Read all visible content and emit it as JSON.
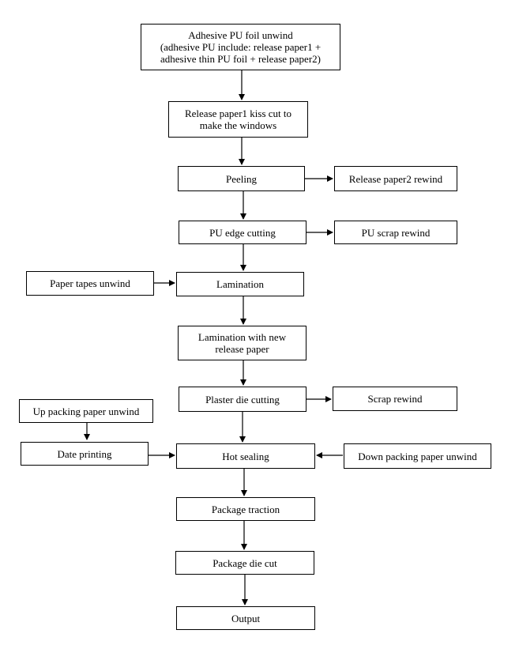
{
  "diagram": {
    "nodes": {
      "adhesive_unwind": {
        "line1": "Adhesive PU foil unwind",
        "line2": "(adhesive PU include: release paper1 +",
        "line3": "adhesive thin PU foil + release paper2)"
      },
      "kiss_cut": {
        "line1": "Release paper1 kiss cut to",
        "line2": "make the windows"
      },
      "peeling": {
        "label": "Peeling"
      },
      "release_paper2_rewind": {
        "label": "Release paper2 rewind"
      },
      "pu_edge_cutting": {
        "label": "PU edge cutting"
      },
      "pu_scrap_rewind": {
        "label": "PU scrap rewind"
      },
      "paper_tapes_unwind": {
        "label": "Paper tapes unwind"
      },
      "lamination": {
        "label": "Lamination"
      },
      "lamination_new_release": {
        "line1": "Lamination with new",
        "line2": "release paper"
      },
      "plaster_die_cutting": {
        "label": "Plaster die cutting"
      },
      "scrap_rewind": {
        "label": "Scrap rewind"
      },
      "up_packing_unwind": {
        "label": "Up packing paper unwind"
      },
      "date_printing": {
        "label": "Date printing"
      },
      "hot_sealing": {
        "label": "Hot sealing"
      },
      "down_packing_unwind": {
        "label": "Down packing paper unwind"
      },
      "package_traction": {
        "label": "Package traction"
      },
      "package_die_cut": {
        "label": "Package die cut"
      },
      "output": {
        "label": "Output"
      }
    }
  }
}
